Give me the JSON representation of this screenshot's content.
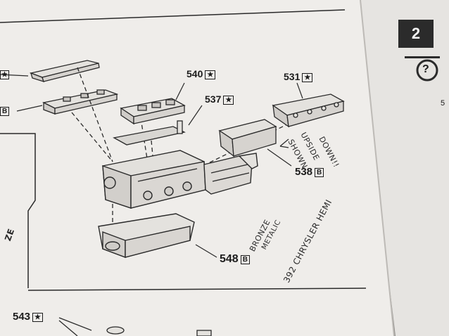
{
  "parts": {
    "p540": {
      "num": "540",
      "tag": "★"
    },
    "p537": {
      "num": "537",
      "tag": "★"
    },
    "p531": {
      "num": "531",
      "tag": "★"
    },
    "p538": {
      "num": "538",
      "tag": "B"
    },
    "p548": {
      "num": "548",
      "tag": "B"
    },
    "p543": {
      "num": "543",
      "tag": "★"
    },
    "left_b": {
      "tag": "B"
    },
    "left_star": {
      "tag": "★"
    }
  },
  "step": {
    "number": "2",
    "icon": "?",
    "right_number": "5"
  },
  "notes": {
    "shown": "SHOWN",
    "upside": "UPSIDE",
    "down": "DOWN!!",
    "bronze": "BRONZE",
    "metalic": "METALIC",
    "engine": "392 CHRYSLER HEMI",
    "left_word": "ZE"
  },
  "colors": {
    "page": "#efedea",
    "background": "#8a8884",
    "ink": "#1c1c1c",
    "step_box": "#2b2b2b"
  }
}
